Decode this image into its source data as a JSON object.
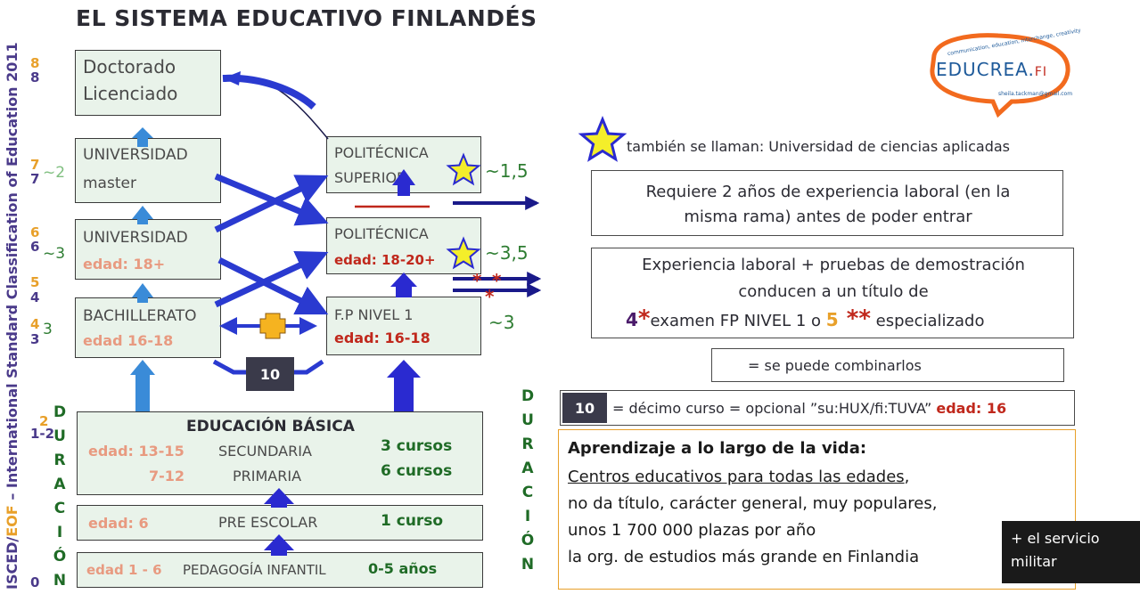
{
  "title": "EL SISTEMA EDUCATIVO FINLANDÉS",
  "isced": {
    "prefix": "ISCED/",
    "eof": "EOF",
    "rest": " – International Standard Classification of Education 2011"
  },
  "levels": {
    "l0": "0",
    "l12": "1-2",
    "l12b": "2",
    "l34": "3",
    "l34b": "4",
    "l34c": "3",
    "l45": "4",
    "l45b": "5",
    "l6": "6",
    "l6b": "6",
    "l6c": "~3",
    "l7": "7",
    "l7b": "7",
    "l7c": "~2",
    "l8": "8",
    "l8b": "8"
  },
  "duracion_left": [
    "D",
    "U",
    "R",
    "A",
    "C",
    "I",
    "Ó",
    "N"
  ],
  "duracion_right": [
    "D",
    "U",
    "R",
    "A",
    "C",
    "I",
    "Ó",
    "N"
  ],
  "boxes": {
    "doctorado_line1": "Doctorado",
    "doctorado_line2": "Licenciado",
    "univ_master_line1": "UNIVERSIDAD",
    "univ_master_line2": "master",
    "universidad": "UNIVERSIDAD",
    "universidad_age": "edad: 18+",
    "bachillerato": "BACHILLERATO",
    "bachillerato_age": "edad 16-18",
    "poli_sup_line1": "POLITÉCNICA",
    "poli_sup_line2": "SUPERIOR",
    "poli": "POLITÉCNICA",
    "poli_age": "edad: 18-20+",
    "fp": "F.P NIVEL 1",
    "fp_age": "edad: 16-18",
    "ten": "10",
    "basica_title": "EDUCACIÓN BÁSICA",
    "sec_age": "edad: 13-15",
    "sec_name": "SECUNDARIA",
    "sec_dur": "3 cursos",
    "prim_age": "7-12",
    "prim_name": "PRIMARIA",
    "prim_dur": "6 cursos",
    "pre_age": "edad: 6",
    "pre_name": "PRE ESCOLAR",
    "pre_dur": "1 curso",
    "inf_age": "edad 1 - 6",
    "inf_name": "PEDAGOGÍA INFANTIL",
    "inf_dur": "0-5 años"
  },
  "durations": {
    "poli_sup": "~1,5",
    "poli": "~3,5",
    "fp": "~3"
  },
  "legend": {
    "star_text": "también se llaman: Universidad de ciencias aplicadas",
    "req_text": "Requiere 2 años de experiencia laboral (en la misma rama) antes de poder entrar",
    "exp_line1": "Experiencia laboral + pruebas de demostración",
    "exp_line2": "conducen a un título de",
    "exp_4": "4",
    "exp_mid": "examen FP NIVEL 1 o ",
    "exp_5": "5",
    "exp_end": " especializado",
    "combine_text": "= se puede combinarlos",
    "ten_badge": "10",
    "ten_text": "= décimo curso = opcional ”su:HUX/fi:TUVA” ",
    "ten_age": "edad: 16"
  },
  "lifelong": {
    "title": "Aprendizaje a lo largo de la vida:",
    "line1": "Centros educativos para todas las edades",
    "line1_comma": ",",
    "line2": "no da título, carácter general, muy populares,",
    "line3": "unos 1 700 000 plazas por año",
    "line4": "la org. de estudios más grande en Finlandia"
  },
  "military": {
    "line1": "+ el servicio",
    "line2": "militar"
  },
  "logo": {
    "text": "EDUCREA.",
    "suffix": "FI",
    "arc_top": "communication, education, interchange, creativity",
    "arc_bottom": "sheila.tackman@gmail.com"
  },
  "colors": {
    "box_fill": "#e9f3ea",
    "arrow_blue": "#2a3ad0",
    "star_yellow": "#f4ee2a",
    "dark_red": "#c0281c",
    "green": "#2e7d32"
  }
}
